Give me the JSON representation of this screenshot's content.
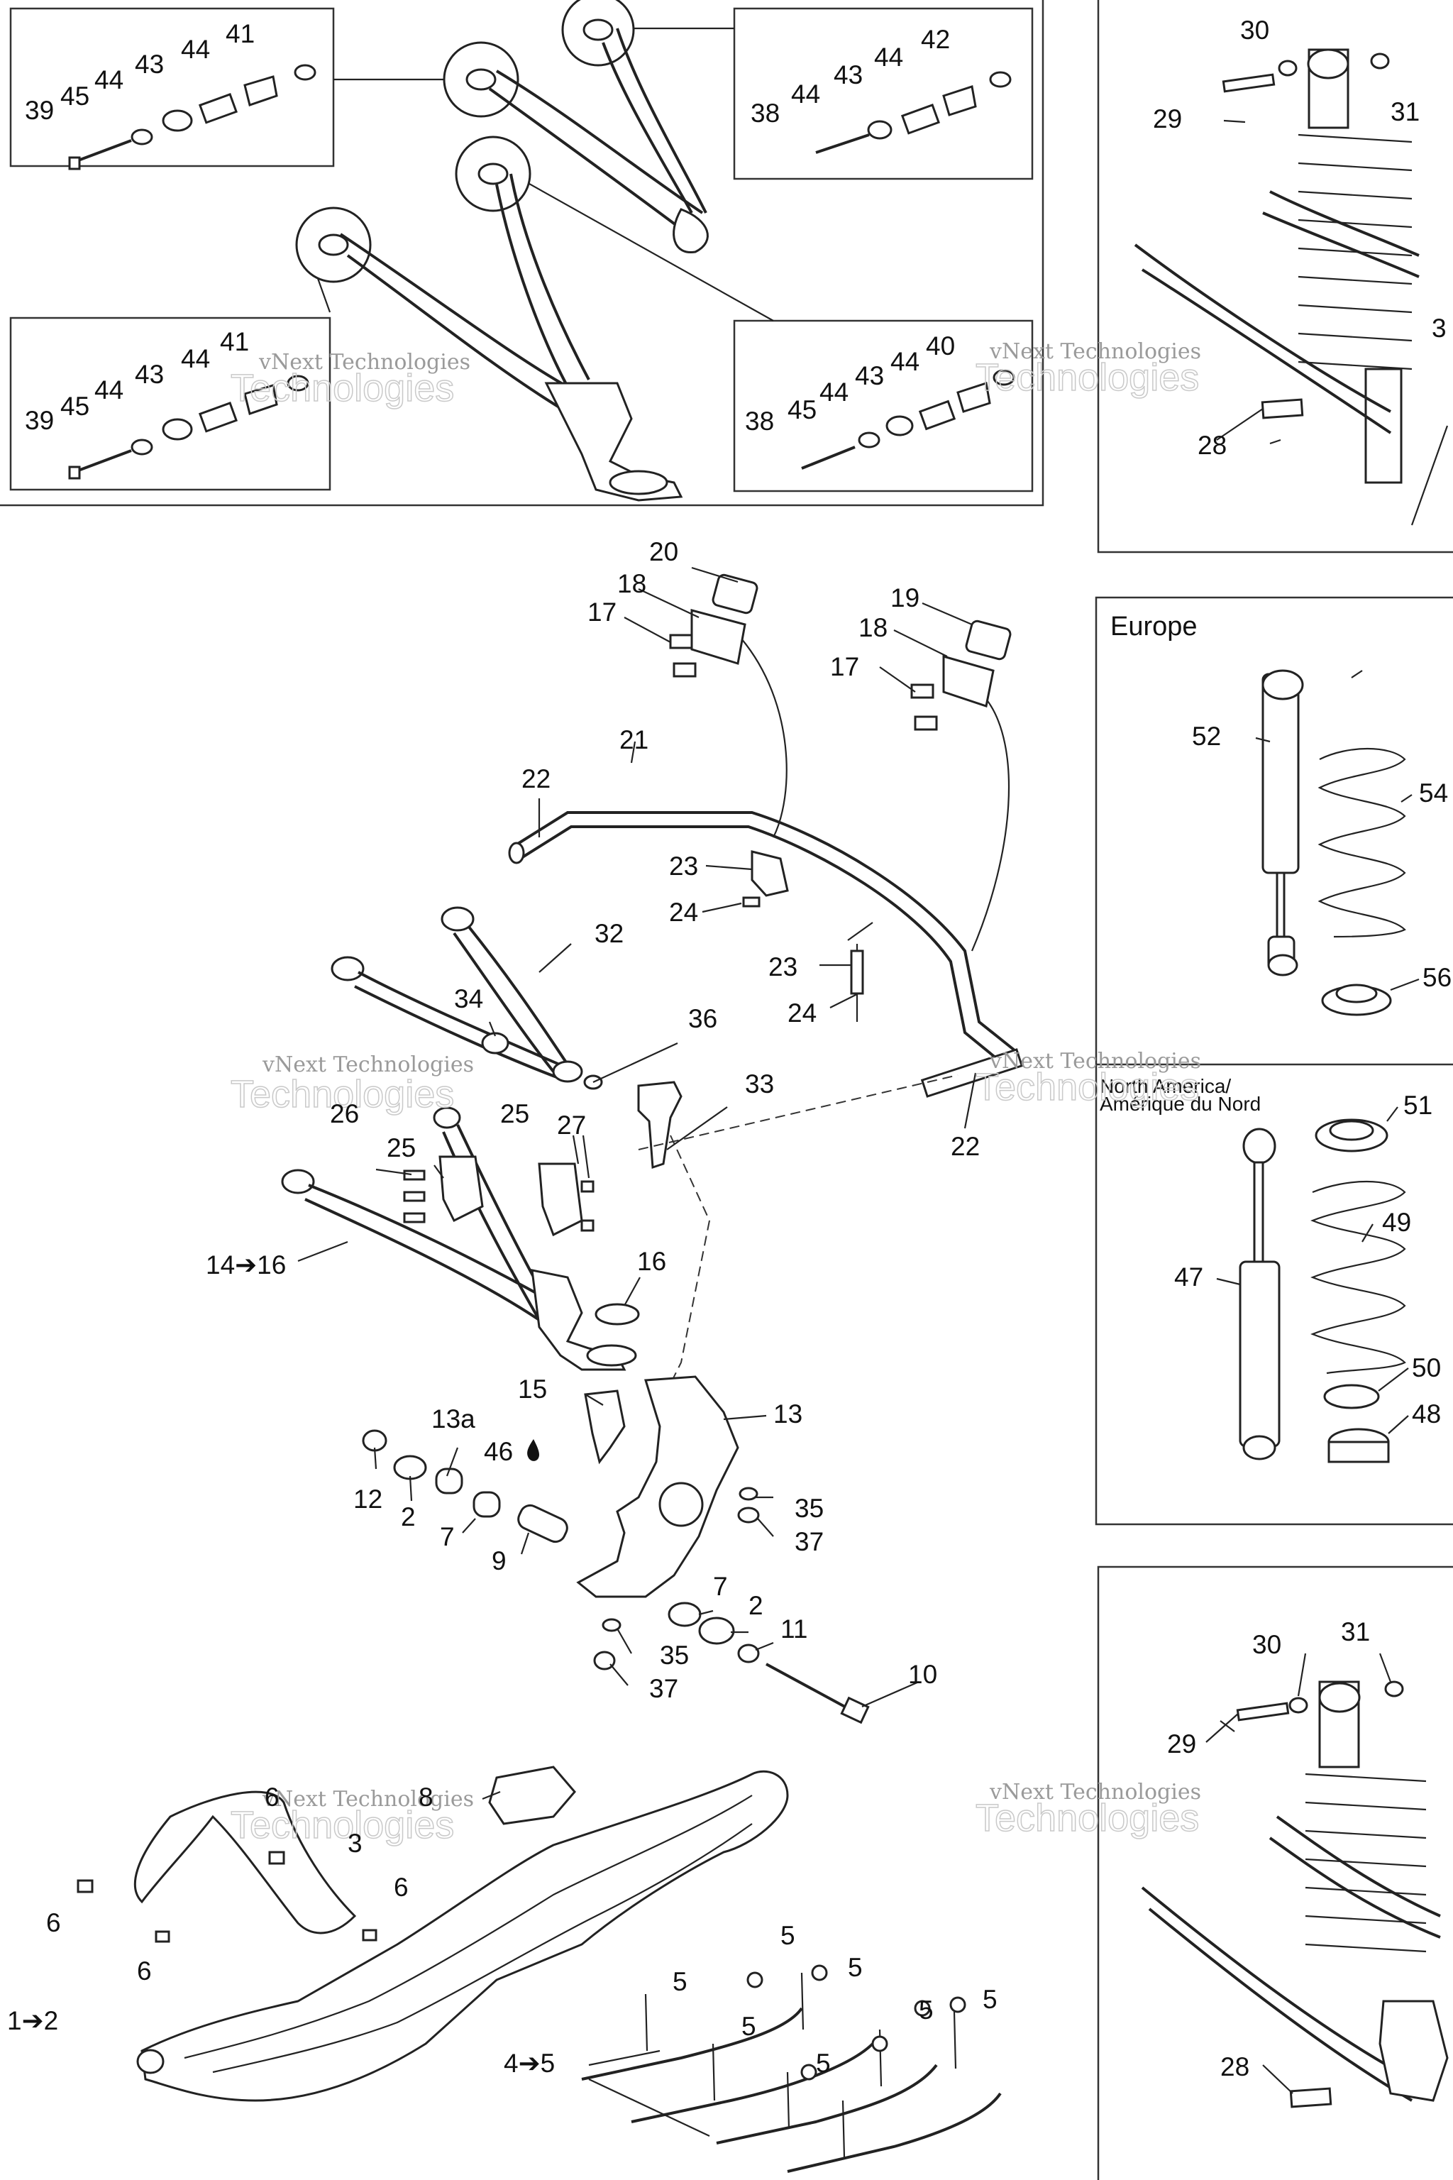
{
  "regions": {
    "europe": "Europe",
    "north_america_line1": "North America/",
    "north_america_line2": "Amérique du Nord"
  },
  "watermark": {
    "line1": "vNext Technologies",
    "line2": "Technologies"
  },
  "callouts": {
    "box1": [
      "41",
      "44",
      "43",
      "44",
      "39",
      "45"
    ],
    "box2": [
      "42",
      "44",
      "43",
      "44",
      "38"
    ],
    "box3": [
      "41",
      "44",
      "43",
      "44",
      "39",
      "45"
    ],
    "box4": [
      "40",
      "44",
      "43",
      "44",
      "45",
      "38"
    ],
    "shock_top": [
      "30",
      "31",
      "29",
      "3",
      "28"
    ],
    "sway": [
      "20",
      "18",
      "17",
      "19",
      "18",
      "17",
      "21",
      "22",
      "23",
      "24",
      "23",
      "24",
      "22"
    ],
    "arms": [
      "32",
      "34",
      "36",
      "33",
      "25",
      "27",
      "26",
      "25",
      "14➔16",
      "16",
      "15",
      "13"
    ],
    "spindle": [
      "13a",
      "46",
      "12",
      "2",
      "7",
      "9",
      "35",
      "37",
      "7",
      "2",
      "11",
      "35",
      "37",
      "10"
    ],
    "europe": [
      "52",
      "54",
      "56"
    ],
    "north_america": [
      "51",
      "49",
      "47",
      "50",
      "48"
    ],
    "ski": [
      "8",
      "6",
      "3",
      "6",
      "6",
      "6",
      "1➔2",
      "5",
      "5",
      "5",
      "5",
      "5",
      "5",
      "5",
      "4➔5"
    ],
    "shock_bottom": [
      "30",
      "31",
      "29",
      "28"
    ]
  },
  "colors": {
    "line": "#222222",
    "watermark": "#9a9a9a"
  }
}
